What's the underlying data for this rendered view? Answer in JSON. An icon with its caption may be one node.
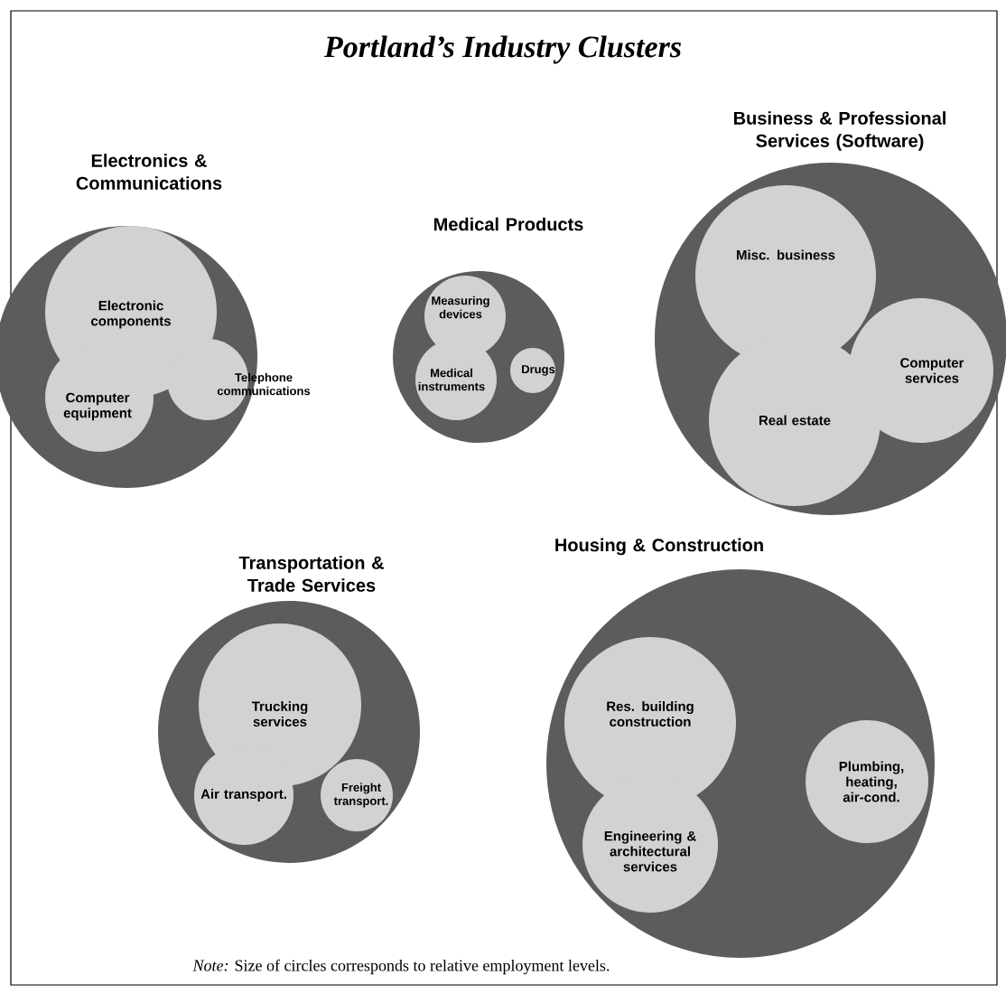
{
  "diagram": {
    "title": "Portland’s Industry Clusters",
    "caption": "*Note:* Size of circles corresponds to relative employment levels.",
    "nodes": [
      {
        "text": [
          "Electronics & Communications"
        ]
      },
      {
        "text": [
          "Electronic components"
        ],
        "in": 0
      },
      {
        "text": [
          "Computer equipment"
        ],
        "in": 0
      },
      {
        "text": [
          "Telephone communications"
        ],
        "in": 0
      },
      {
        "text": [
          "Medical Products"
        ]
      },
      {
        "text": [
          "Measuring devices"
        ],
        "in": 4
      },
      {
        "text": [
          "Medical instruments"
        ],
        "in": 4
      },
      {
        "text": [
          "Drugs"
        ],
        "in": 4
      },
      {
        "text": [
          "Business & Professional Services (Software)"
        ]
      },
      {
        "text": [
          "Misc. business"
        ],
        "in": 8
      },
      {
        "text": [
          "Computer services"
        ],
        "in": 8
      },
      {
        "text": [
          "Real estate"
        ],
        "in": 8
      },
      {
        "text": [
          "Transportation & Trade Services"
        ]
      },
      {
        "text": [
          "Trucking services"
        ],
        "in": 12
      },
      {
        "text": [
          "Air transport."
        ],
        "in": 12
      },
      {
        "text": [
          "Freight transport."
        ],
        "in": 12
      },
      {
        "text": [
          "Housing & Construction"
        ]
      },
      {
        "text": [
          "Res. building construction"
        ],
        "in": 16
      },
      {
        "text": [
          "Plumbing, heating, air-cond."
        ],
        "in": 16
      },
      {
        "text": [
          "Engineering & architectural services"
        ],
        "in": 16
      }
    ]
  }
}
